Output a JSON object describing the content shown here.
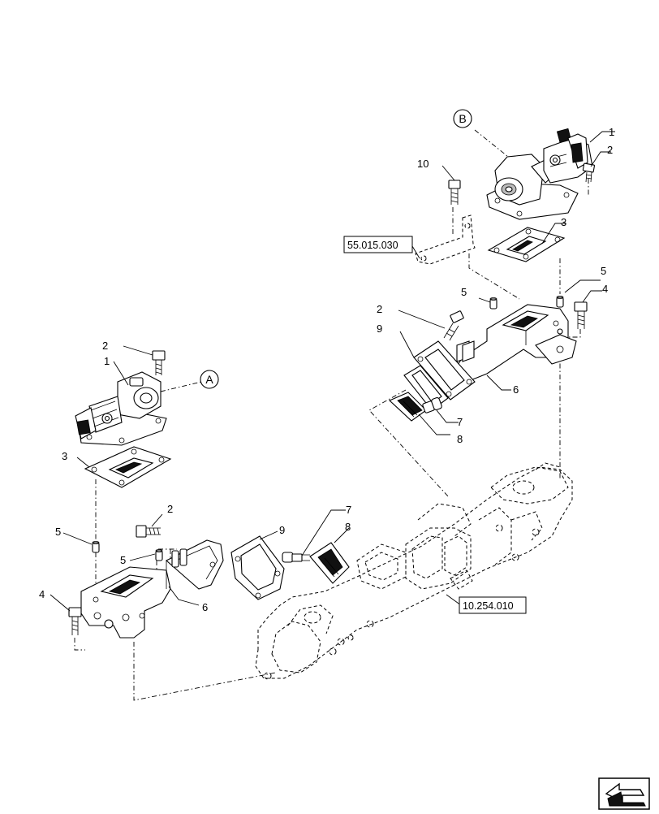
{
  "callouts": {
    "b_top_1": "1",
    "b_top_2": "2",
    "b_top_10": "10",
    "b_top_3": "3",
    "b_top_5": "5",
    "b_top_4": "4",
    "b_top_5b": "5",
    "b_top_2b": "2",
    "b_top_9": "9",
    "b_top_6": "6",
    "b_top_7": "7",
    "b_top_8": "8",
    "a_2": "2",
    "a_1": "1",
    "a_3": "3",
    "a_2b": "2",
    "a_5": "5",
    "a_5b": "5",
    "a_4": "4",
    "a_6": "6",
    "a_9": "9",
    "a_7": "7",
    "a_8": "8"
  },
  "circles": {
    "a": "A",
    "b": "B"
  },
  "references": {
    "ref_55": "55.015.030",
    "ref_10": "10.254.010"
  },
  "icons": {
    "nav": "next-page-arrow-icon"
  }
}
